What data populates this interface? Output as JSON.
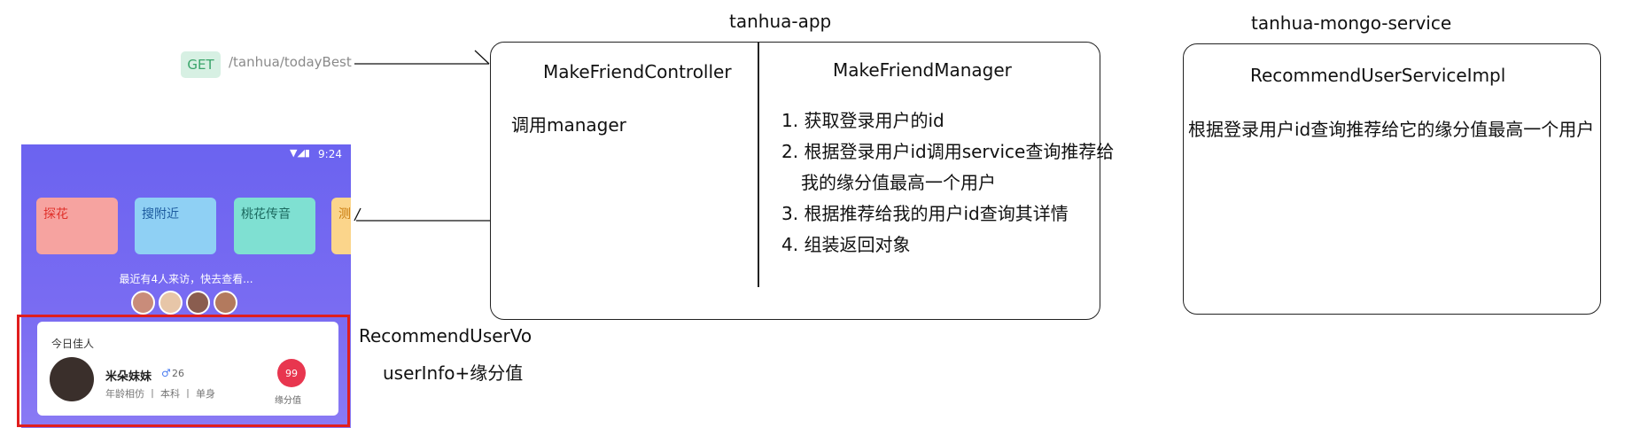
{
  "headers": {
    "app": "tanhua-app",
    "mongo": "tanhua-mongo-service"
  },
  "request": {
    "method": "GET",
    "path": "/tanhua/todayBest"
  },
  "controller": {
    "title": "MakeFriendController",
    "text": "调用manager"
  },
  "manager": {
    "title": "MakeFriendManager",
    "steps": [
      "1. 获取登录用户的id",
      "2. 根据登录用户id调用service查询推荐给",
      "我的缘分值最高一个用户",
      "3. 根据推荐给我的用户id查询其详情",
      "4. 组装返回对象"
    ]
  },
  "service": {
    "title": "RecommendUserServiceImpl",
    "text": "根据登录用户id查询推荐给它的缘分值最高一个用户"
  },
  "vo": {
    "title": "RecommendUserVo",
    "text": "userInfo+缘分值"
  },
  "phone": {
    "time": "9:24",
    "tiles": [
      "探花",
      "搜附近",
      "桃花传音",
      "测"
    ],
    "visitors_text": "最近有4人来访，快去查看...",
    "card_title": "今日佳人",
    "user_name": "米朵妹妹",
    "user_age": "26",
    "user_tags": "年龄相仿 丨 本科 丨 单身",
    "score": "99",
    "score_label": "缘分值"
  },
  "colors": {
    "get_bg": "#d7f0e3",
    "get_text": "#3aa56a",
    "highlight": "#e01e1e",
    "phone_bg": "#6b63f0"
  }
}
